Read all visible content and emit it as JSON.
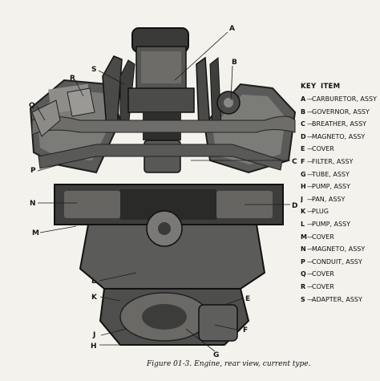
{
  "legend": {
    "col_key": "KEY",
    "col_item": "ITEM",
    "rows": [
      {
        "key": "A",
        "item": "CARBURETOR, ASSY"
      },
      {
        "key": "B",
        "item": "GOVERNOR, ASSY"
      },
      {
        "key": "C",
        "item": "BREATHER, ASSY"
      },
      {
        "key": "D",
        "item": "MAGNETO, ASSY"
      },
      {
        "key": "E",
        "item": "COVER"
      },
      {
        "key": "F",
        "item": "FILTER, ASSY"
      },
      {
        "key": "G",
        "item": "TUBE, ASSY"
      },
      {
        "key": "H",
        "item": "PUMP, ASSY"
      },
      {
        "key": "J",
        "item": "PAN, ASSY"
      },
      {
        "key": "K",
        "item": "PLUG"
      },
      {
        "key": "L",
        "item": "PUMP, ASSY"
      },
      {
        "key": "M",
        "item": "COVER"
      },
      {
        "key": "N",
        "item": "MAGNETO, ASSY"
      },
      {
        "key": "P",
        "item": "CONDUIT, ASSY"
      },
      {
        "key": "Q",
        "item": "COVER"
      },
      {
        "key": "R",
        "item": "COVER"
      },
      {
        "key": "S",
        "item": "ADAPTER, ASSY"
      }
    ]
  },
  "callouts": {
    "a": "A",
    "b": "B",
    "c": "C",
    "d": "D",
    "e": "E",
    "f": "F",
    "g": "G",
    "h": "H",
    "j": "J",
    "k": "K",
    "l": "L",
    "m": "M",
    "n": "N",
    "p": "P",
    "q": "Q",
    "r": "R",
    "s": "S"
  },
  "caption": {
    "figure": "Figure 01-3.",
    "text": "Engine, rear view, current type."
  }
}
